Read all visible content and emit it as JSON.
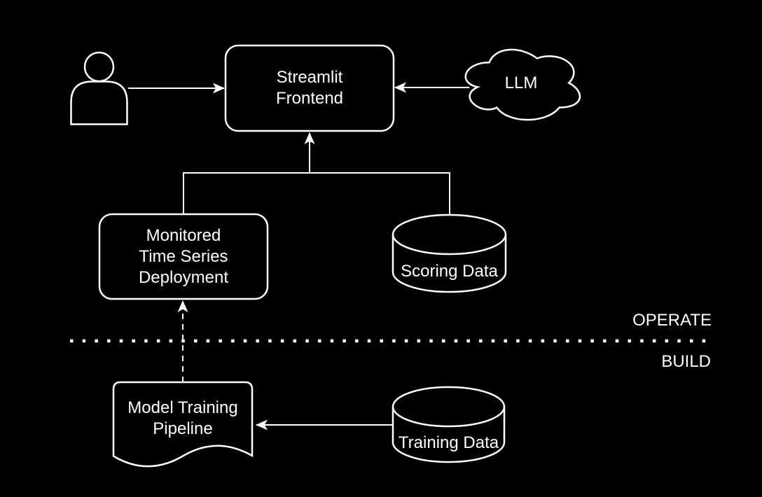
{
  "style": {
    "background": "#000000",
    "line_color": "#ffffff",
    "text_color": "#ffffff"
  },
  "diagram": {
    "zones": {
      "operate_label": "OPERATE",
      "build_label": "BUILD"
    },
    "nodes": {
      "user": {
        "shape": "person-icon",
        "label": ""
      },
      "streamlit_frontend": {
        "shape": "rounded-rectangle",
        "label": [
          "Streamlit",
          "Frontend"
        ]
      },
      "llm": {
        "shape": "cloud",
        "label": "LLM"
      },
      "monitored_deployment": {
        "shape": "rounded-rectangle",
        "label": [
          "Monitored",
          "Time Series",
          "Deployment"
        ]
      },
      "scoring_data": {
        "shape": "database-cylinder",
        "label": "Scoring Data"
      },
      "model_training_pipeline": {
        "shape": "document",
        "label": [
          "Model Training",
          "Pipeline"
        ]
      },
      "training_data": {
        "shape": "database-cylinder",
        "label": "Training Data"
      }
    },
    "edges": [
      {
        "from": "user",
        "to": "streamlit_frontend",
        "style": "solid-arrow"
      },
      {
        "from": "llm",
        "to": "streamlit_frontend",
        "style": "solid-arrow"
      },
      {
        "from": "monitored_deployment",
        "to": "streamlit_frontend",
        "style": "solid-arrow"
      },
      {
        "from": "scoring_data",
        "to": "streamlit_frontend",
        "style": "solid-arrow"
      },
      {
        "from": "model_training_pipeline",
        "to": "monitored_deployment",
        "style": "dashed-arrow"
      },
      {
        "from": "training_data",
        "to": "model_training_pipeline",
        "style": "solid-arrow"
      }
    ]
  }
}
